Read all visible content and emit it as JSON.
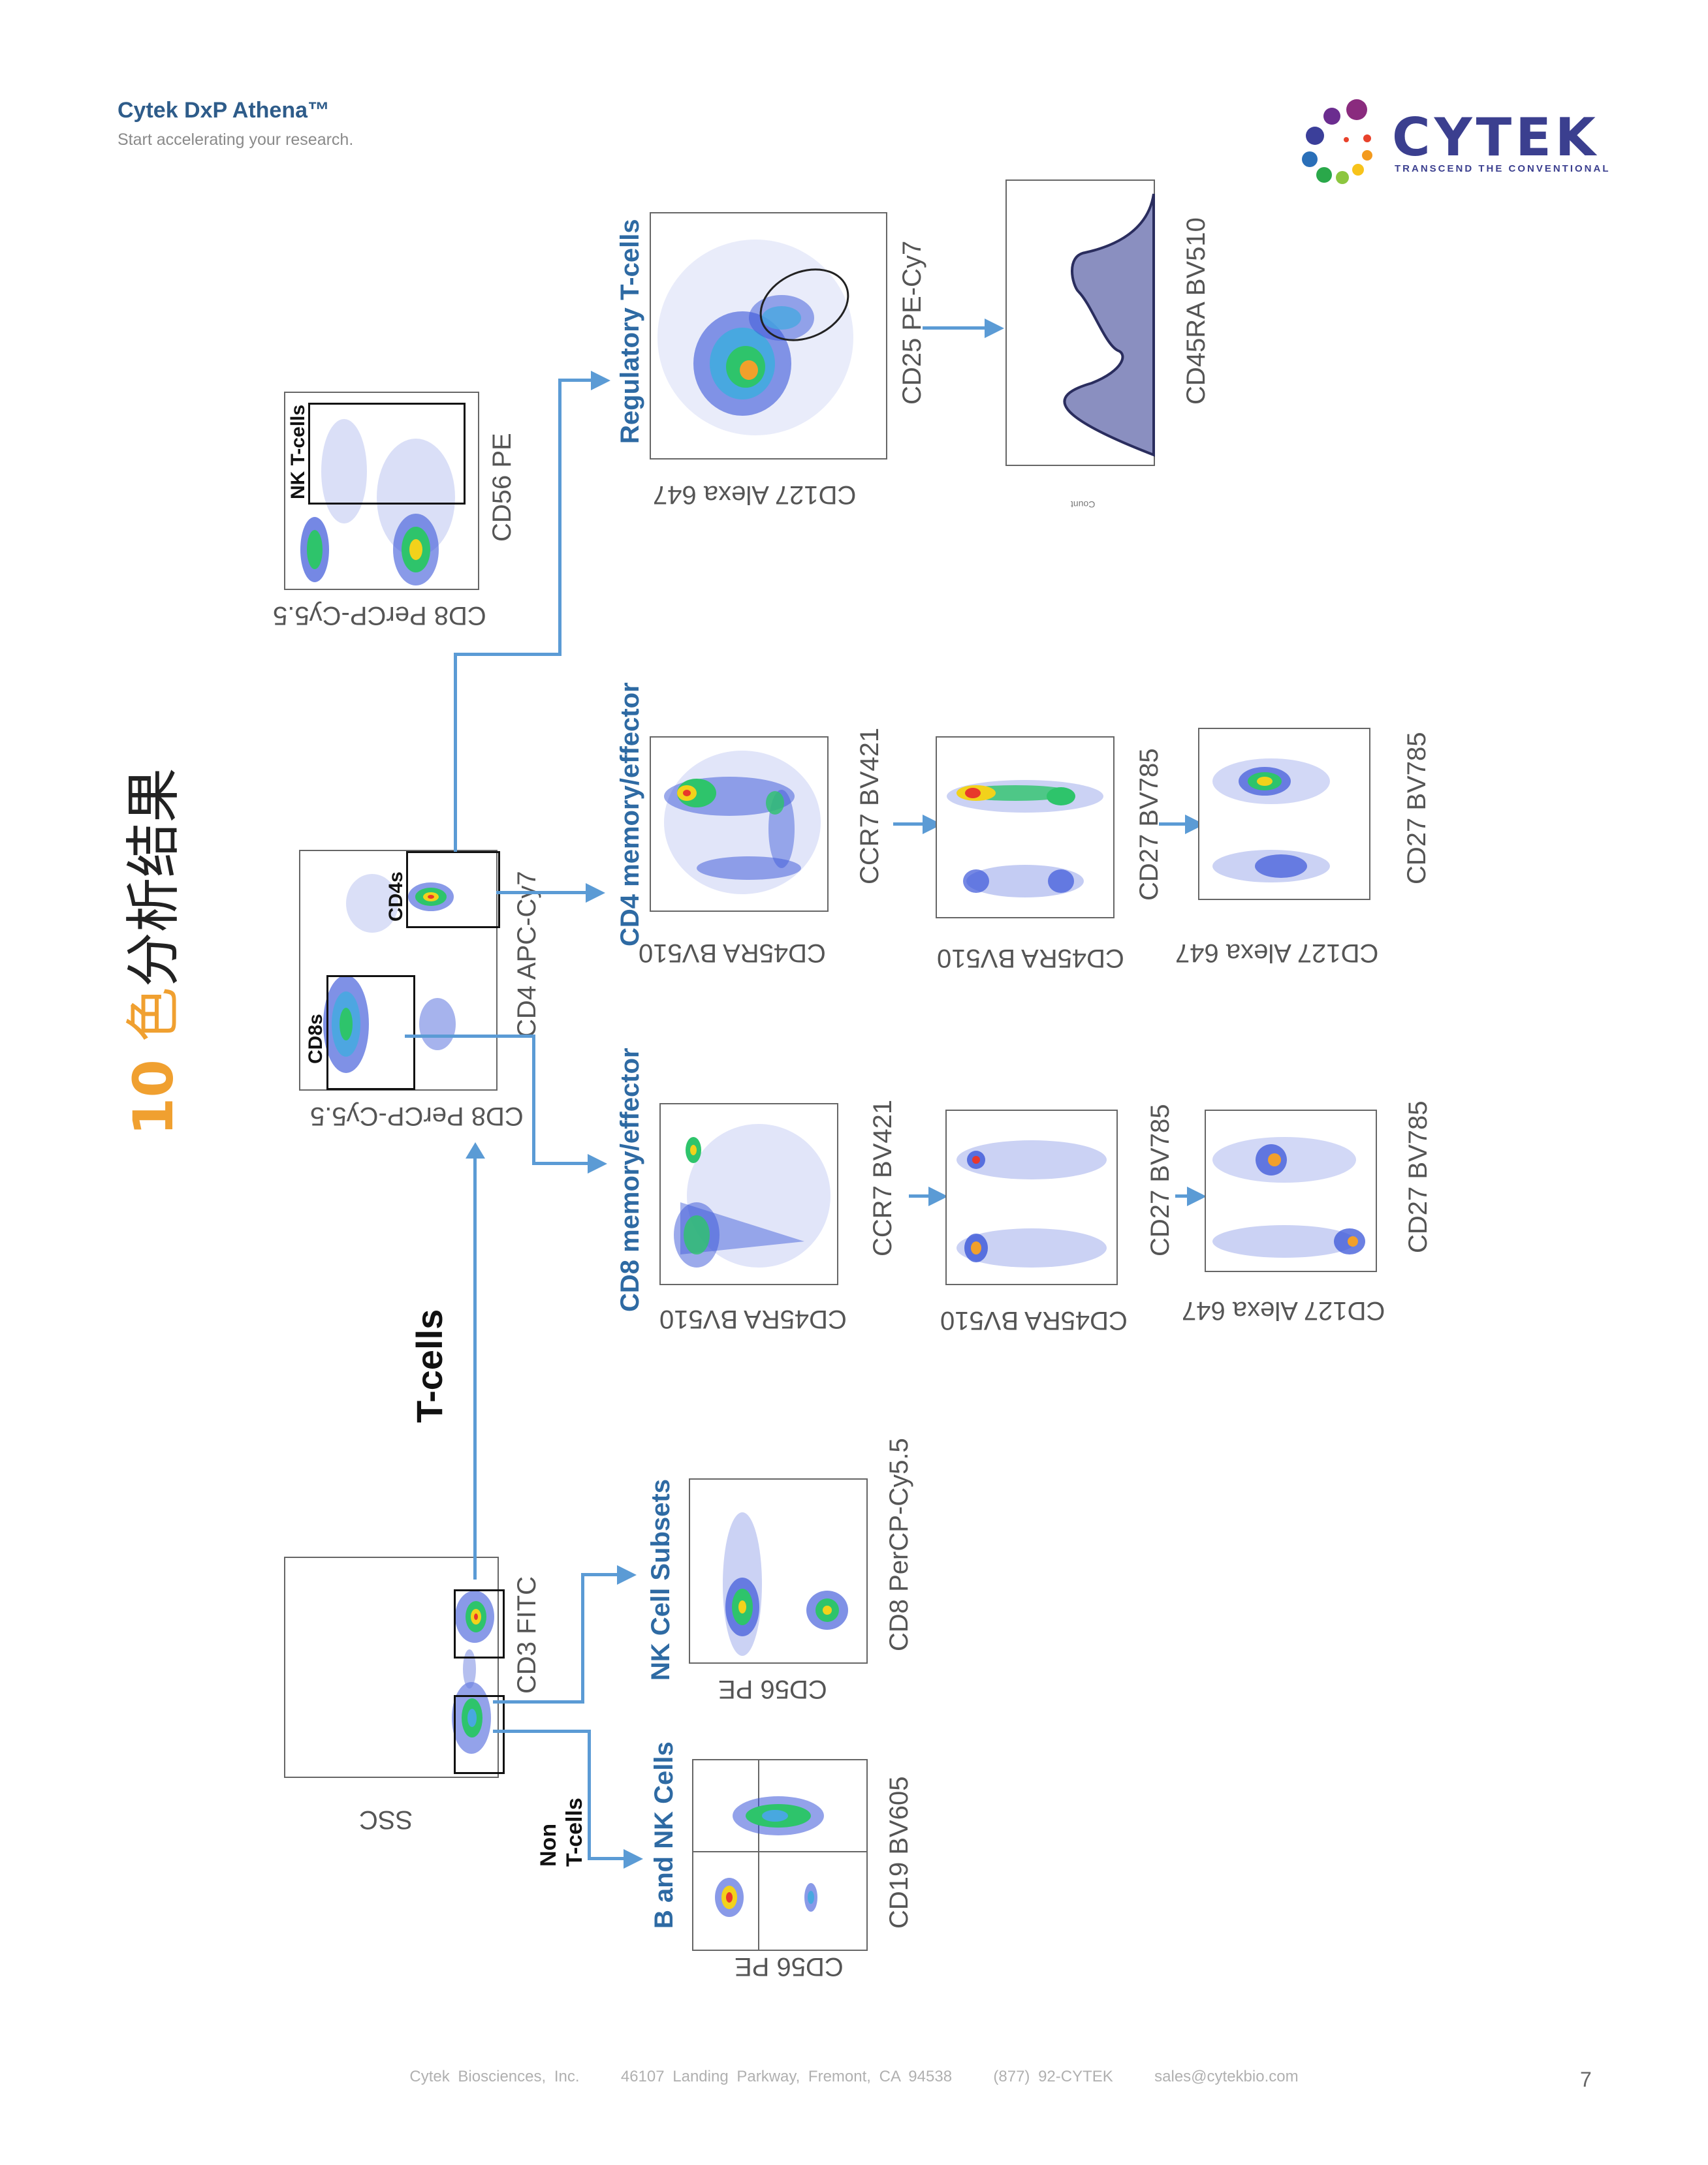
{
  "header": {
    "title": "Cytek DxP Athena™",
    "subtitle": "Start accelerating your research."
  },
  "logo": {
    "name": "CYTEK",
    "tagline": "TRANSCEND THE CONVENTIONAL"
  },
  "heading": {
    "number": "10",
    "color_char": "色",
    "rest": "分析结果",
    "accent_color": "#f0a030"
  },
  "section_labels": {
    "t_cells": "T-cells",
    "non_t_cells_line1": "Non",
    "non_t_cells_line2": "T-cells",
    "b_nk": "B and NK Cells",
    "nk_subsets": "NK Cell Subsets",
    "cd8_mem": "CD8 memory/effector",
    "cd4_mem": "CD4 memory/effector",
    "treg": "Regulatory T-cells"
  },
  "gates": {
    "cd8s": "CD8s",
    "cd4s": "CD4s",
    "nk_t": "NK T-cells"
  },
  "axes": {
    "ssc": "SSC",
    "cd3_fitc": "CD3 FITC",
    "cd56_pe": "CD56 PE",
    "cd19_bv605": "CD19 BV605",
    "cd8_percp_cy55_a": "CD8 PerCP-Cy5.5",
    "cd8_percp_cy55_b": "CD8 PerCP-Cy5.5",
    "cd4_apc_cy7": "CD4 APC-Cy7",
    "cd56_pe_b": "CD56 PE",
    "cd45ra_bv510_a": "CD45RA BV510",
    "ccr7_bv421_a": "CCR7 BV421",
    "cd45ra_bv510_b": "CD45RA BV510",
    "cd27_bv785_a": "CD27 BV785",
    "cd127_alexa647_a": "CD127 Alexa 647",
    "cd27_bv785_b": "CD27 BV785",
    "cd45ra_bv510_c": "CD45RA BV510",
    "ccr7_bv421_b": "CCR7 BV421",
    "cd45ra_bv510_d": "CD45RA BV510",
    "cd27_bv785_c": "CD27 BV785",
    "cd127_alexa647_b": "CD127 Alexa 647",
    "cd27_bv785_d": "CD27 BV785",
    "cd127_alexa647_c": "CD127 Alexa 647",
    "cd25_pe_cy7": "CD25 PE-Cy7",
    "cd45ra_bv510_e": "CD45RA BV510",
    "count": "Count"
  },
  "footer": {
    "company": "Cytek Biosciences, Inc.",
    "address": "46107 Landing Parkway, Fremont, CA 94538",
    "phone": "(877) 92-CYTEK",
    "email": "sales@cytekbio.com"
  },
  "page_number": "7"
}
